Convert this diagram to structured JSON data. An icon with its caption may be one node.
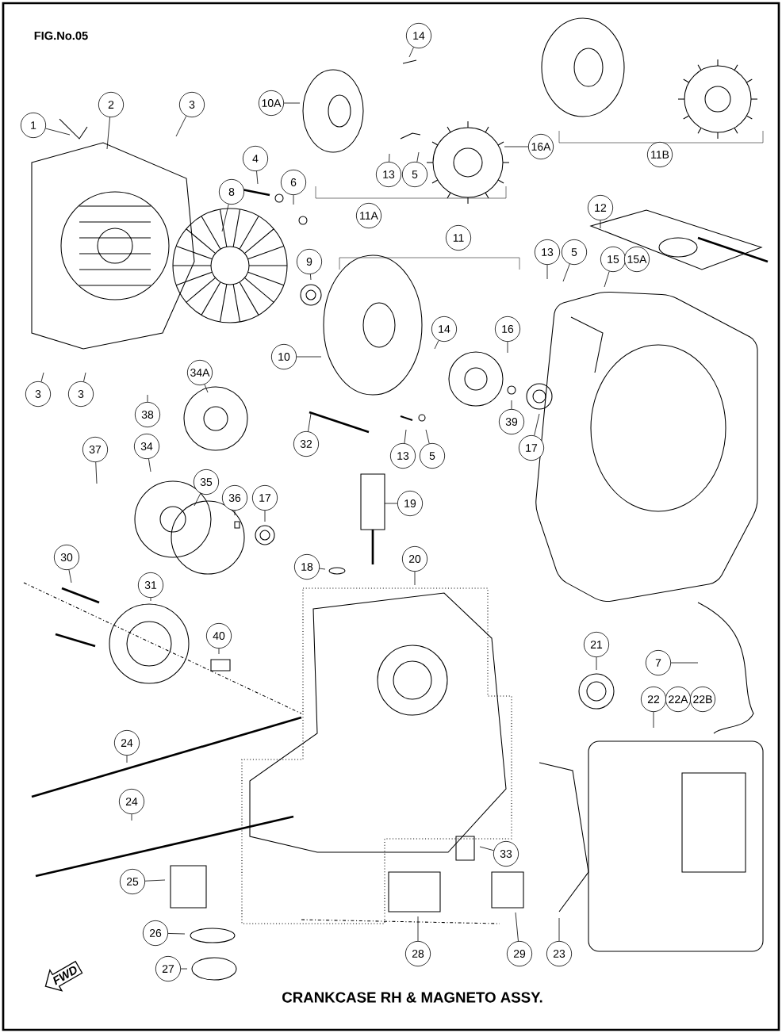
{
  "diagram": {
    "title": "FIG.No.05",
    "caption": "CRANKCASE RH & MAGNETO ASSY.",
    "nodes": [
      {
        "text": [
          "14"
        ]
      },
      {
        "text": [
          "10A"
        ]
      },
      {
        "text": [
          "2"
        ]
      },
      {
        "text": [
          "3"
        ]
      },
      {
        "text": [
          "1"
        ]
      },
      {
        "text": [
          "16A"
        ]
      },
      {
        "text": [
          "4"
        ]
      },
      {
        "text": [
          "13"
        ]
      },
      {
        "text": [
          "5"
        ]
      },
      {
        "text": [
          "6"
        ]
      },
      {
        "text": [
          "8"
        ]
      },
      {
        "text": [
          "12"
        ]
      },
      {
        "text": [
          "11A"
        ]
      },
      {
        "text": [
          "11B"
        ]
      },
      {
        "text": [
          "11"
        ]
      },
      {
        "text": [
          "13"
        ]
      },
      {
        "text": [
          "5"
        ]
      },
      {
        "text": [
          "15"
        ]
      },
      {
        "text": [
          "15A"
        ]
      },
      {
        "text": [
          "9"
        ]
      },
      {
        "text": [
          "14"
        ]
      },
      {
        "text": [
          "16"
        ]
      },
      {
        "text": [
          "10"
        ]
      },
      {
        "text": [
          "34A"
        ]
      },
      {
        "text": [
          "3"
        ]
      },
      {
        "text": [
          "3"
        ]
      },
      {
        "text": [
          "38"
        ]
      },
      {
        "text": [
          "39"
        ]
      },
      {
        "text": [
          "32"
        ]
      },
      {
        "text": [
          "17"
        ]
      },
      {
        "text": [
          "37"
        ]
      },
      {
        "text": [
          "34"
        ]
      },
      {
        "text": [
          "13"
        ]
      },
      {
        "text": [
          "5"
        ]
      },
      {
        "text": [
          "35"
        ]
      },
      {
        "text": [
          "36"
        ]
      },
      {
        "text": [
          "17"
        ]
      },
      {
        "text": [
          "19"
        ]
      },
      {
        "text": [
          "30"
        ]
      },
      {
        "text": [
          "20"
        ]
      },
      {
        "text": [
          "18"
        ]
      },
      {
        "text": [
          "31"
        ]
      },
      {
        "text": [
          "40"
        ]
      },
      {
        "text": [
          "21"
        ]
      },
      {
        "text": [
          "7"
        ]
      },
      {
        "text": [
          "22"
        ]
      },
      {
        "text": [
          "22A"
        ]
      },
      {
        "text": [
          "22B"
        ]
      },
      {
        "text": [
          "24"
        ]
      },
      {
        "text": [
          "24"
        ]
      },
      {
        "text": [
          "33"
        ]
      },
      {
        "text": [
          "25"
        ]
      },
      {
        "text": [
          "26"
        ]
      },
      {
        "text": [
          "27"
        ]
      },
      {
        "text": [
          "28"
        ]
      },
      {
        "text": [
          "29"
        ]
      },
      {
        "text": [
          "23"
        ]
      }
    ],
    "edges": [
      {
        "from": 0,
        "to": null,
        "arrow": "none"
      },
      {
        "from": 1,
        "to": null,
        "arrow": "none"
      },
      {
        "from": 2,
        "to": null,
        "arrow": "none"
      },
      {
        "from": 3,
        "to": null,
        "arrow": "none"
      },
      {
        "from": 4,
        "to": null,
        "arrow": "none"
      },
      {
        "from": 5,
        "to": null,
        "arrow": "none"
      },
      {
        "from": 6,
        "to": null,
        "arrow": "none"
      },
      {
        "from": 7,
        "to": null,
        "arrow": "none"
      },
      {
        "from": 8,
        "to": null,
        "arrow": "none"
      },
      {
        "from": 9,
        "to": null,
        "arrow": "none"
      },
      {
        "from": 10,
        "to": null,
        "arrow": "none"
      },
      {
        "from": 11,
        "to": null,
        "arrow": "none"
      },
      {
        "from": 15,
        "to": null,
        "arrow": "none"
      },
      {
        "from": 16,
        "to": null,
        "arrow": "none"
      },
      {
        "from": 17,
        "to": null,
        "arrow": "none"
      },
      {
        "from": 19,
        "to": null,
        "arrow": "none"
      },
      {
        "from": 20,
        "to": null,
        "arrow": "none"
      },
      {
        "from": 21,
        "to": null,
        "arrow": "none"
      },
      {
        "from": 22,
        "to": null,
        "arrow": "none"
      },
      {
        "from": 23,
        "to": null,
        "arrow": "none"
      },
      {
        "from": 24,
        "to": null,
        "arrow": "none"
      },
      {
        "from": 25,
        "to": null,
        "arrow": "none"
      },
      {
        "from": 26,
        "to": null,
        "arrow": "none"
      },
      {
        "from": 27,
        "to": null,
        "arrow": "none"
      },
      {
        "from": 28,
        "to": null,
        "arrow": "none"
      },
      {
        "from": 29,
        "to": null,
        "arrow": "none"
      },
      {
        "from": 30,
        "to": null,
        "arrow": "none"
      },
      {
        "from": 31,
        "to": null,
        "arrow": "none"
      },
      {
        "from": 32,
        "to": null,
        "arrow": "none"
      },
      {
        "from": 33,
        "to": null,
        "arrow": "none"
      },
      {
        "from": 34,
        "to": null,
        "arrow": "none"
      },
      {
        "from": 35,
        "to": null,
        "arrow": "none"
      },
      {
        "from": 36,
        "to": null,
        "arrow": "none"
      },
      {
        "from": 37,
        "to": null,
        "arrow": "none"
      },
      {
        "from": 38,
        "to": null,
        "arrow": "none"
      },
      {
        "from": 39,
        "to": null,
        "arrow": "none"
      },
      {
        "from": 40,
        "to": null,
        "arrow": "none"
      },
      {
        "from": 41,
        "to": null,
        "arrow": "none"
      },
      {
        "from": 42,
        "to": null,
        "arrow": "none"
      },
      {
        "from": 43,
        "to": null,
        "arrow": "none"
      },
      {
        "from": 44,
        "to": null,
        "arrow": "none"
      },
      {
        "from": 45,
        "to": null,
        "arrow": "none"
      },
      {
        "from": 48,
        "to": null,
        "arrow": "none"
      },
      {
        "from": 49,
        "to": null,
        "arrow": "none"
      },
      {
        "from": 50,
        "to": null,
        "arrow": "none"
      },
      {
        "from": 51,
        "to": null,
        "arrow": "none"
      },
      {
        "from": 52,
        "to": null,
        "arrow": "none"
      },
      {
        "from": 53,
        "to": null,
        "arrow": "none"
      },
      {
        "from": 54,
        "to": null,
        "arrow": "none"
      },
      {
        "from": 55,
        "to": null,
        "arrow": "none"
      },
      {
        "from": 56,
        "to": null,
        "arrow": "none"
      }
    ],
    "labels": [
      "FWD"
    ]
  }
}
